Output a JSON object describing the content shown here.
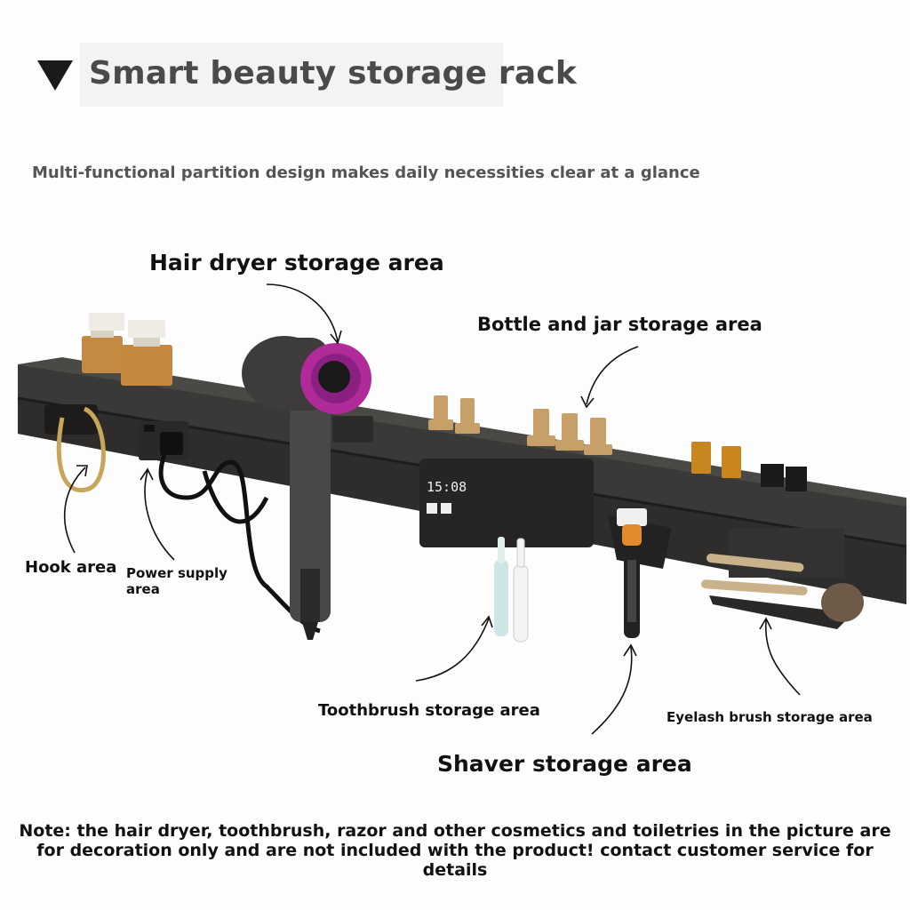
{
  "header": {
    "title": "Smart beauty storage rack",
    "subtitle": "Multi-functional partition design makes daily necessities clear at a glance"
  },
  "areas": {
    "hair_dryer": "Hair dryer storage area",
    "bottle_jar": "Bottle and jar storage area",
    "hook": "Hook area",
    "power_supply": "Power supply area",
    "toothbrush": "Toothbrush storage area",
    "eyelash_brush": "Eyelash brush storage area",
    "shaver": "Shaver storage area"
  },
  "clock_display": "15:08",
  "note": "Note: the hair dryer, toothbrush, razor and other cosmetics and toiletries in the picture are for decoration only and are not included with the product! contact customer service for details",
  "colors": {
    "rack": "#3a3937",
    "rack_dark": "#252423",
    "gold": "#c7a069",
    "dryer_accent": "#b02a9a",
    "text": "#111111"
  }
}
